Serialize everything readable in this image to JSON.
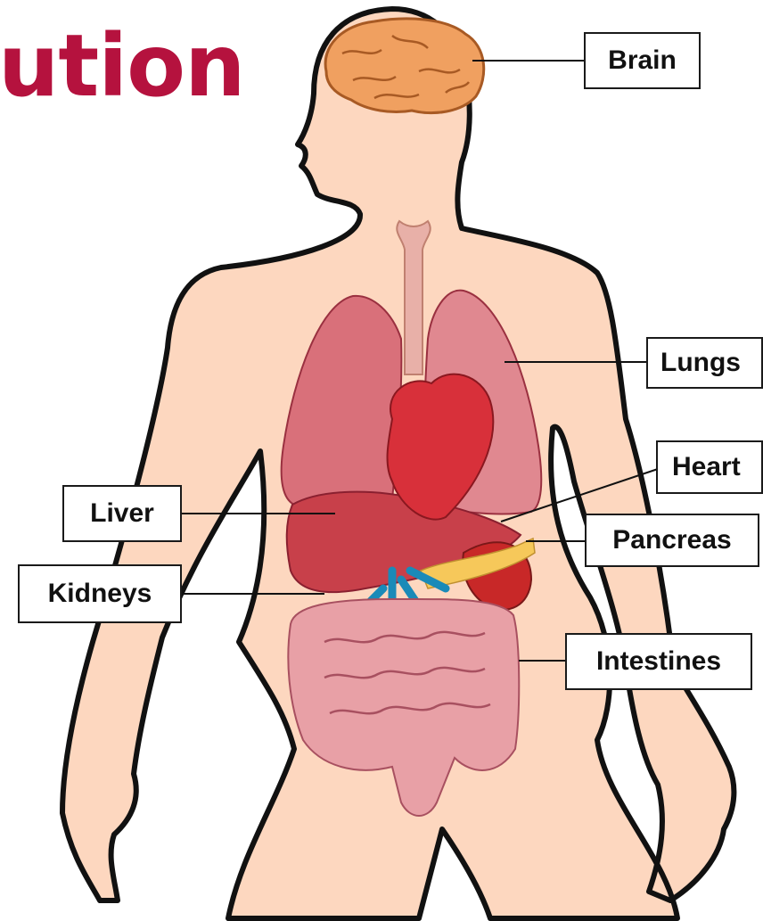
{
  "title": "ution",
  "labels": {
    "brain": "Brain",
    "lungs": "Lungs",
    "heart": "Heart",
    "pancreas": "Pancreas",
    "intestines": "Intestines",
    "liver": "Liver",
    "kidneys": "Kidneys"
  },
  "colors": {
    "title": "#b5123e",
    "skin": "#fdd7bf",
    "outline": "#111111",
    "brain": "#f0a060",
    "lungs": "#d9707a",
    "heart": "#d8303a",
    "liver": "#c8404a",
    "pancreas": "#f6c85a",
    "vessels": "#1a8ab8",
    "intestines": "#e8a0a6"
  }
}
